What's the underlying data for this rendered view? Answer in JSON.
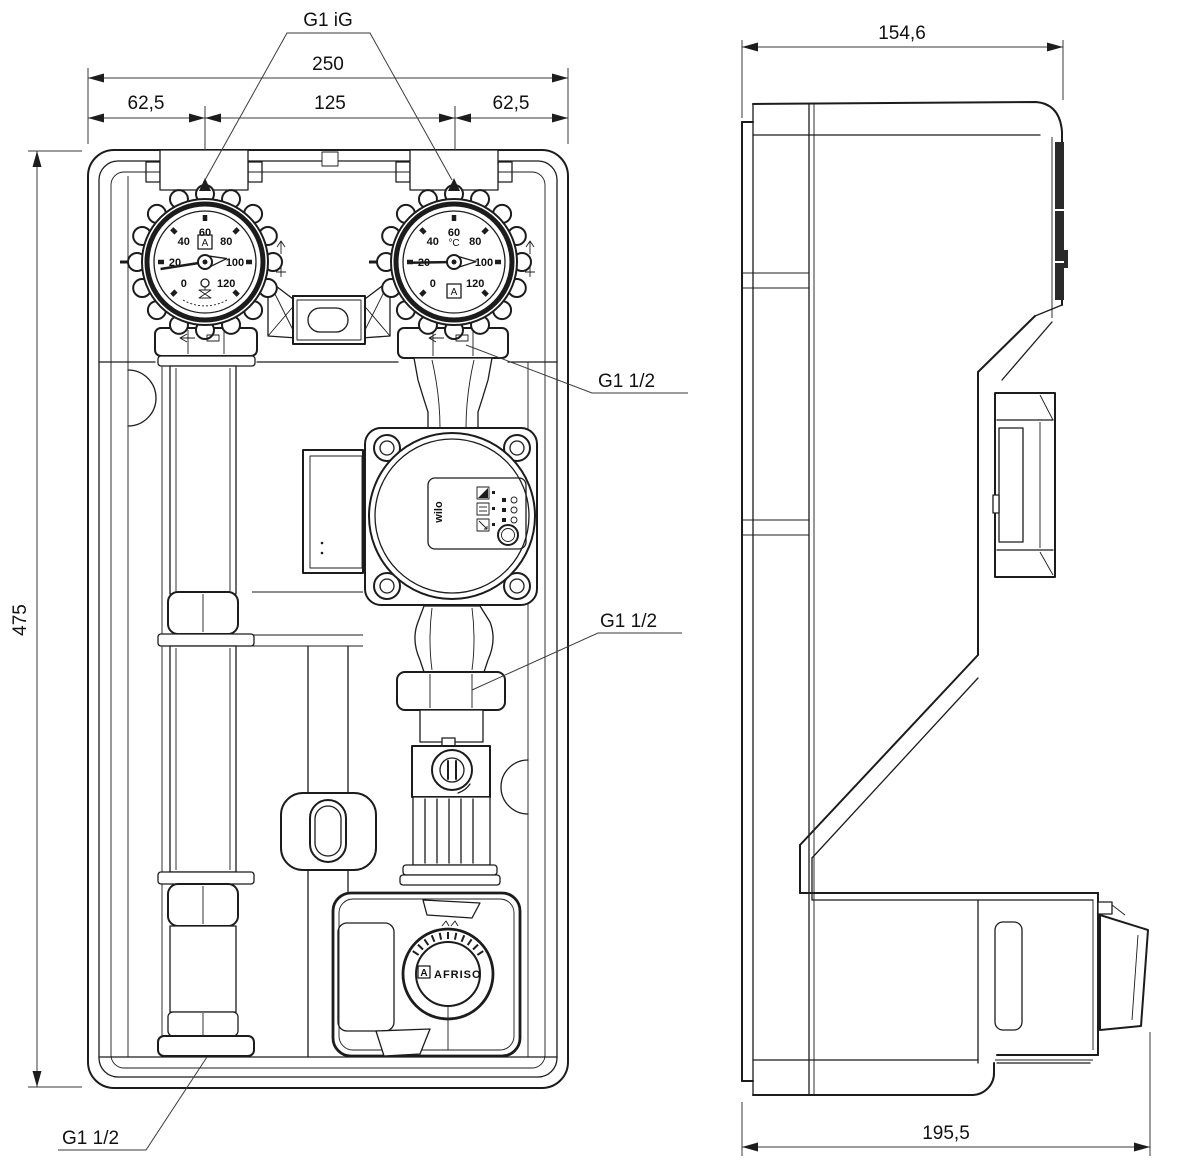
{
  "front_view": {
    "dimensions": {
      "overall_width": "250",
      "left_offset": "62,5",
      "center_span": "125",
      "right_offset": "62,5",
      "overall_height": "475"
    },
    "labels": {
      "top_connection": "G1 iG",
      "pump_union": "G1 1/2",
      "valve_union": "G1 1/2",
      "bottom_connection": "G1 1/2"
    }
  },
  "side_view": {
    "dimensions": {
      "body_depth": "154,6",
      "overall_depth": "195,5"
    }
  },
  "thermometer": {
    "scale_values": [
      0,
      20,
      40,
      60,
      80,
      100,
      120
    ],
    "unit": "°C",
    "adjust_symbol": "A",
    "ring_icons": [
      "arrow-up-triangle",
      "arrow-up",
      "plus",
      "arrow-left",
      "slot-mark",
      "dash",
      "valve-symbol"
    ]
  },
  "pump": {
    "brand": "wilo",
    "panel_icons": [
      "display-icon",
      "setting-bars-icon",
      "pump-curve-icon"
    ],
    "led_icons": [
      "led-square",
      "led-circle"
    ],
    "control": "operate-knob"
  },
  "actuator": {
    "brand": "AFRISO",
    "logo_symbol": "A"
  },
  "colors": {
    "line": "#1c1c1c",
    "dim_line": "#3a3a3a",
    "background": "#ffffff"
  }
}
